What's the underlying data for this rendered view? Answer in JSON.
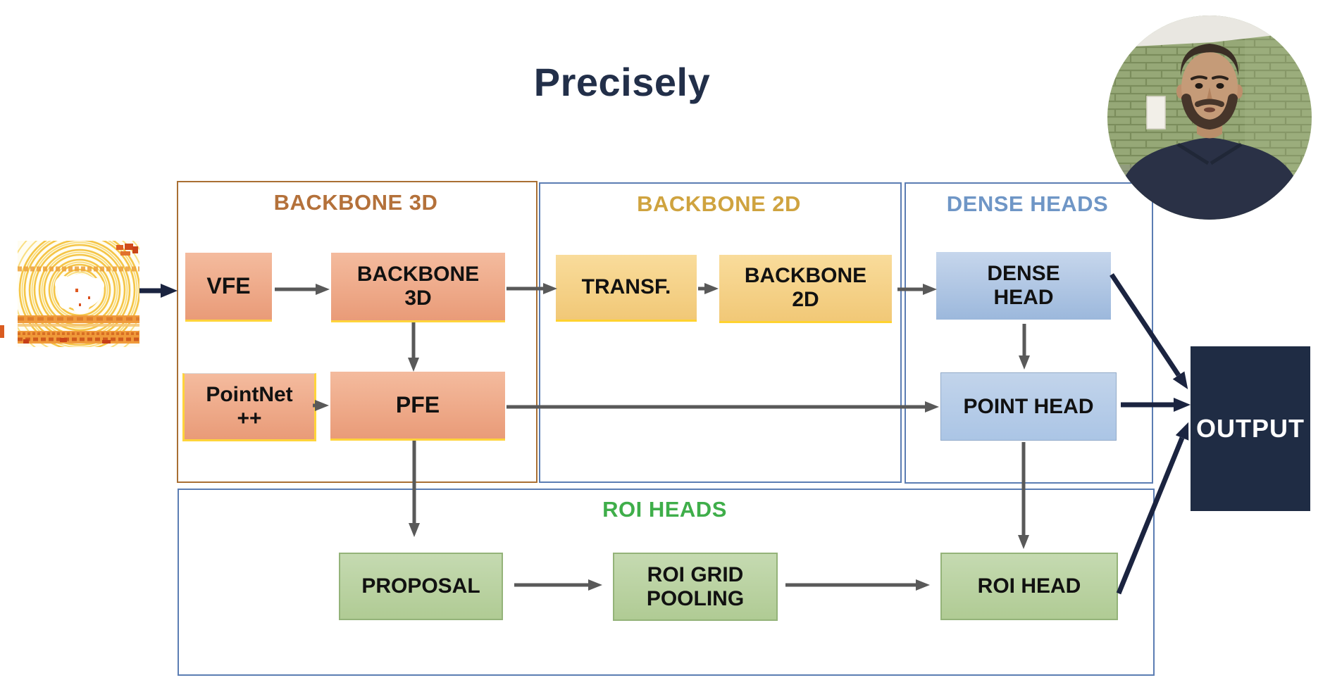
{
  "slide": {
    "title": "Precisely"
  },
  "colors": {
    "title_text": "#222f49",
    "backbone3d_accent": "#b4713a",
    "backbone2d_accent": "#cfa33f",
    "dense_heads_accent": "#6f96c6",
    "roi_heads_accent": "#3fae4a",
    "box_salmon": "#eda687",
    "box_yellow": "#f5d389",
    "box_blue": "#b3cae6",
    "box_green": "#bad3a2",
    "output_bg": "#1f2c44",
    "arrow_gray": "#595959",
    "arrow_navy": "#1b2440"
  },
  "groups": {
    "backbone3d": {
      "label": "BACKBONE 3D",
      "nodes": {
        "vfe": "VFE",
        "backbone3d": "BACKBONE\n3D",
        "pointnet": "PointNet\n++",
        "pfe": "PFE"
      }
    },
    "backbone2d": {
      "label": "BACKBONE 2D",
      "nodes": {
        "transf": "TRANSF.",
        "backbone2d": "BACKBONE\n2D"
      }
    },
    "dense_heads": {
      "label": "DENSE HEADS",
      "nodes": {
        "dense_head": "DENSE\nHEAD",
        "point_head": "POINT HEAD"
      }
    },
    "roi_heads": {
      "label": "ROI HEADS",
      "nodes": {
        "proposal": "PROPOSAL",
        "roi_grid_pooling": "ROI GRID\nPOOLING",
        "roi_head": "ROI HEAD"
      }
    }
  },
  "output": {
    "label": "OUTPUT"
  }
}
